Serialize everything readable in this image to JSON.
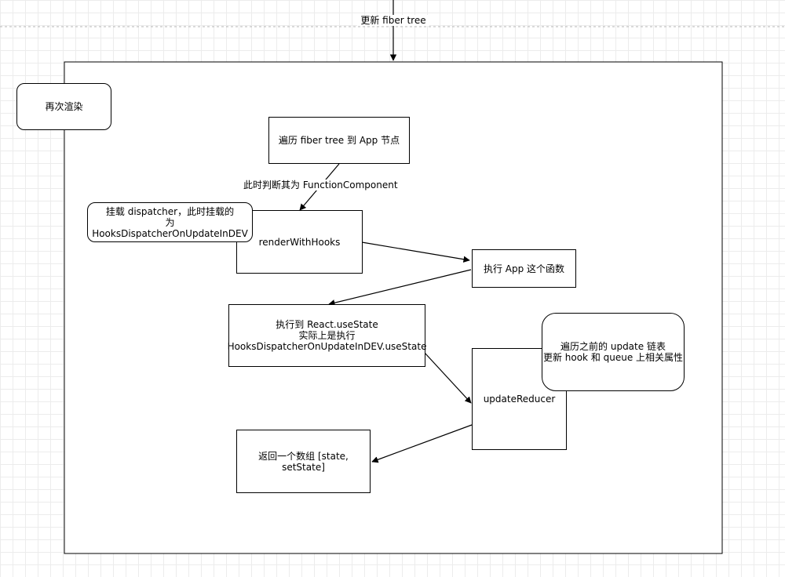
{
  "top_label": "更新 fiber tree",
  "side_note": "再次渲染",
  "nodes": {
    "traverse": "遍历 fiber tree 到 App 节点",
    "judge_label": "此时判断其为  FunctionComponent",
    "mount_dispatcher": "挂载 dispatcher，此时挂载的\n为 HooksDispatcherOnUpdateInDEV",
    "render_with_hooks": "renderWithHooks",
    "exec_app": "执行 App 这个函数",
    "use_state": "执行到 React.useState\n实际上是执行\nHooksDispatcherOnUpdateInDEV.useState",
    "traverse_update": "遍历之前的 update 链表\n更新 hook 和 queue 上相关属性",
    "update_reducer": "updateReducer",
    "return_array": "返回一个数组 [state, setState]"
  }
}
